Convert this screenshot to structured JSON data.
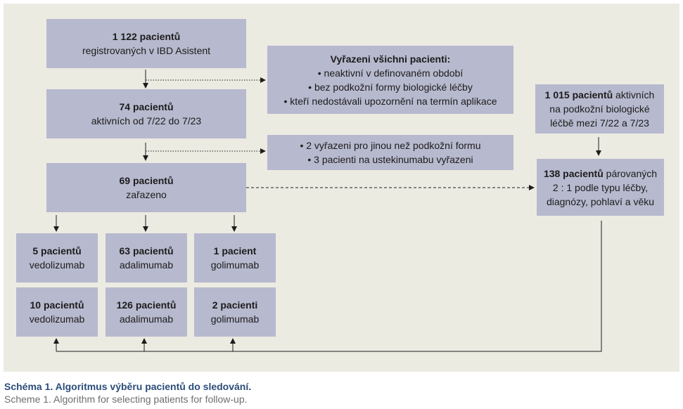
{
  "colors": {
    "panel": "#ecebe2",
    "box": "#b7b9ce",
    "arrow": "#1c1c1c",
    "caption_cz": "#2b4d7a",
    "caption_en": "#6e6e6e"
  },
  "nodes": {
    "registered": {
      "bold": "1 122 pacientů",
      "text": "registrovaných v IBD Asistent"
    },
    "excluded_all": {
      "title": "Vyřazeni všichni pacienti:",
      "items": [
        "• neaktivní v definovaném období",
        "• bez podkožní formy biologické léčby",
        "• kteří nedostávali upozornění na termín aplikace"
      ]
    },
    "active": {
      "bold": "74 pacientů",
      "text": "aktivních od 7/22 do 7/23"
    },
    "excluded_two": {
      "items": [
        "• 2 vyřazeni pro jinou než podkožní formu",
        "• 3 pacienti na ustekinumabu vyřazeni"
      ]
    },
    "enrolled": {
      "bold": "69 pacientů",
      "text": "zařazeno"
    },
    "control_pool": {
      "bold": "1 015 pacientů",
      "text1": " aktivních",
      "text2": "na podkožní biologické",
      "text3": "léčbě mezi 7/22 a 7/23"
    },
    "matched": {
      "bold": "138 pacientů",
      "text1": " párovaných",
      "text2": "2 : 1 podle typu léčby,",
      "text3": "diagnózy, pohlaví a věku"
    },
    "study_vedo": {
      "bold": "5 pacientů",
      "text": "vedolizumab"
    },
    "study_ada": {
      "bold": "63 pacientů",
      "text": "adalimumab"
    },
    "study_goli": {
      "bold": "1 pacient",
      "text": "golimumab"
    },
    "ctrl_vedo": {
      "bold": "10 pacientů",
      "text": "vedolizumab"
    },
    "ctrl_ada": {
      "bold": "126 pacientů",
      "text": "adalimumab"
    },
    "ctrl_goli": {
      "bold": "2 pacienti",
      "text": "golimumab"
    }
  },
  "caption": {
    "cz": "Schéma 1. Algoritmus výběru pacientů do sledování.",
    "en": "Scheme 1. Algorithm for selecting patients for follow-up."
  }
}
